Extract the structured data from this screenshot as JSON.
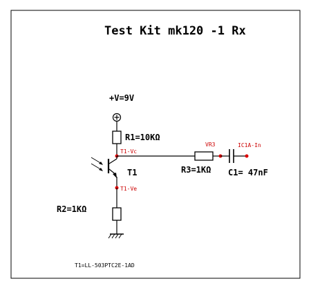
{
  "schematic": {
    "title": "Test Kit mk120 -1 Rx",
    "supply_label": "+V=9V",
    "components": {
      "r1": "R1=10KΩ",
      "t1": "T1",
      "r2": "R2=1KΩ",
      "r3": "R3=1KΩ",
      "c1": "C1= 47nF"
    },
    "nets": {
      "t1_vc": "T1-Vc",
      "t1_ve": "T1-Ve",
      "vr3": "VR3",
      "ic1a_in": "IC1A-In"
    },
    "footnote": "T1=LL-503PTC2E-1AD",
    "colors": {
      "wire": "#000000",
      "net_label": "#cc0000",
      "node": "#dd0000"
    }
  }
}
